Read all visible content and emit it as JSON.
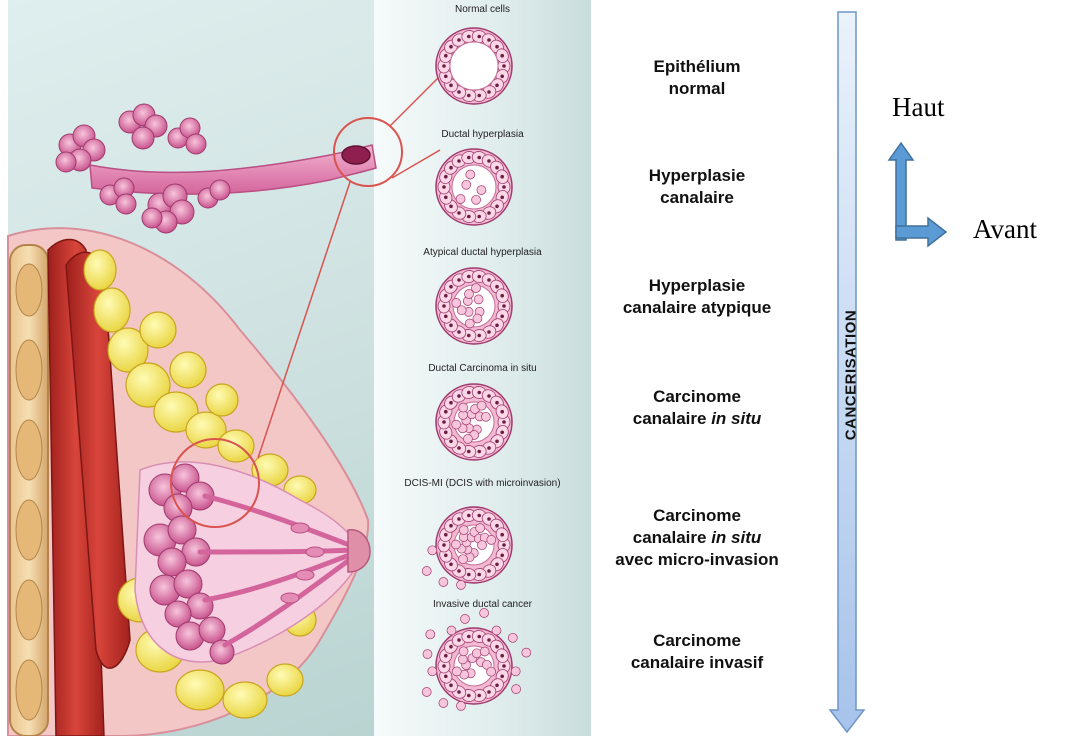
{
  "cell_captions": [
    "Normal cells",
    "Ductal hyperplasia",
    "Atypical ductal hyperplasia",
    "Ductal Carcinoma in situ",
    "DCIS-MI (DCIS with microinvasion)",
    "Invasive ductal cancer"
  ],
  "stages": [
    {
      "line1": "Epithélium",
      "line2": "normal"
    },
    {
      "line1": "Hyperplasie",
      "line2": "canalaire"
    },
    {
      "line1": "Hyperplasie",
      "line2": "canalaire atypique"
    },
    {
      "line1": "Carcinome",
      "line2a": "canalaire ",
      "line2b": "in situ"
    },
    {
      "line1": "Carcinome",
      "line2a": "canalaire ",
      "line2b": "in situ",
      "line3": "avec micro-invasion"
    },
    {
      "line1": "Carcinome",
      "line2": "canalaire invasif"
    }
  ],
  "axis_label": "CANCERISATION",
  "orientation": {
    "up": "Haut",
    "forward": "Avant"
  },
  "colors": {
    "arrow_fill": "#bcd3ef",
    "arrow_stroke": "#6f95c8",
    "orient_arrow": "#5b9bd5",
    "tissue_pink": "#e79ac0",
    "fat_yellow": "#f3e66a",
    "muscle_red": "#c7362f",
    "zoom_circle": "#d9534f"
  },
  "icons": [
    "up-arrow-icon",
    "right-arrow-icon"
  ]
}
